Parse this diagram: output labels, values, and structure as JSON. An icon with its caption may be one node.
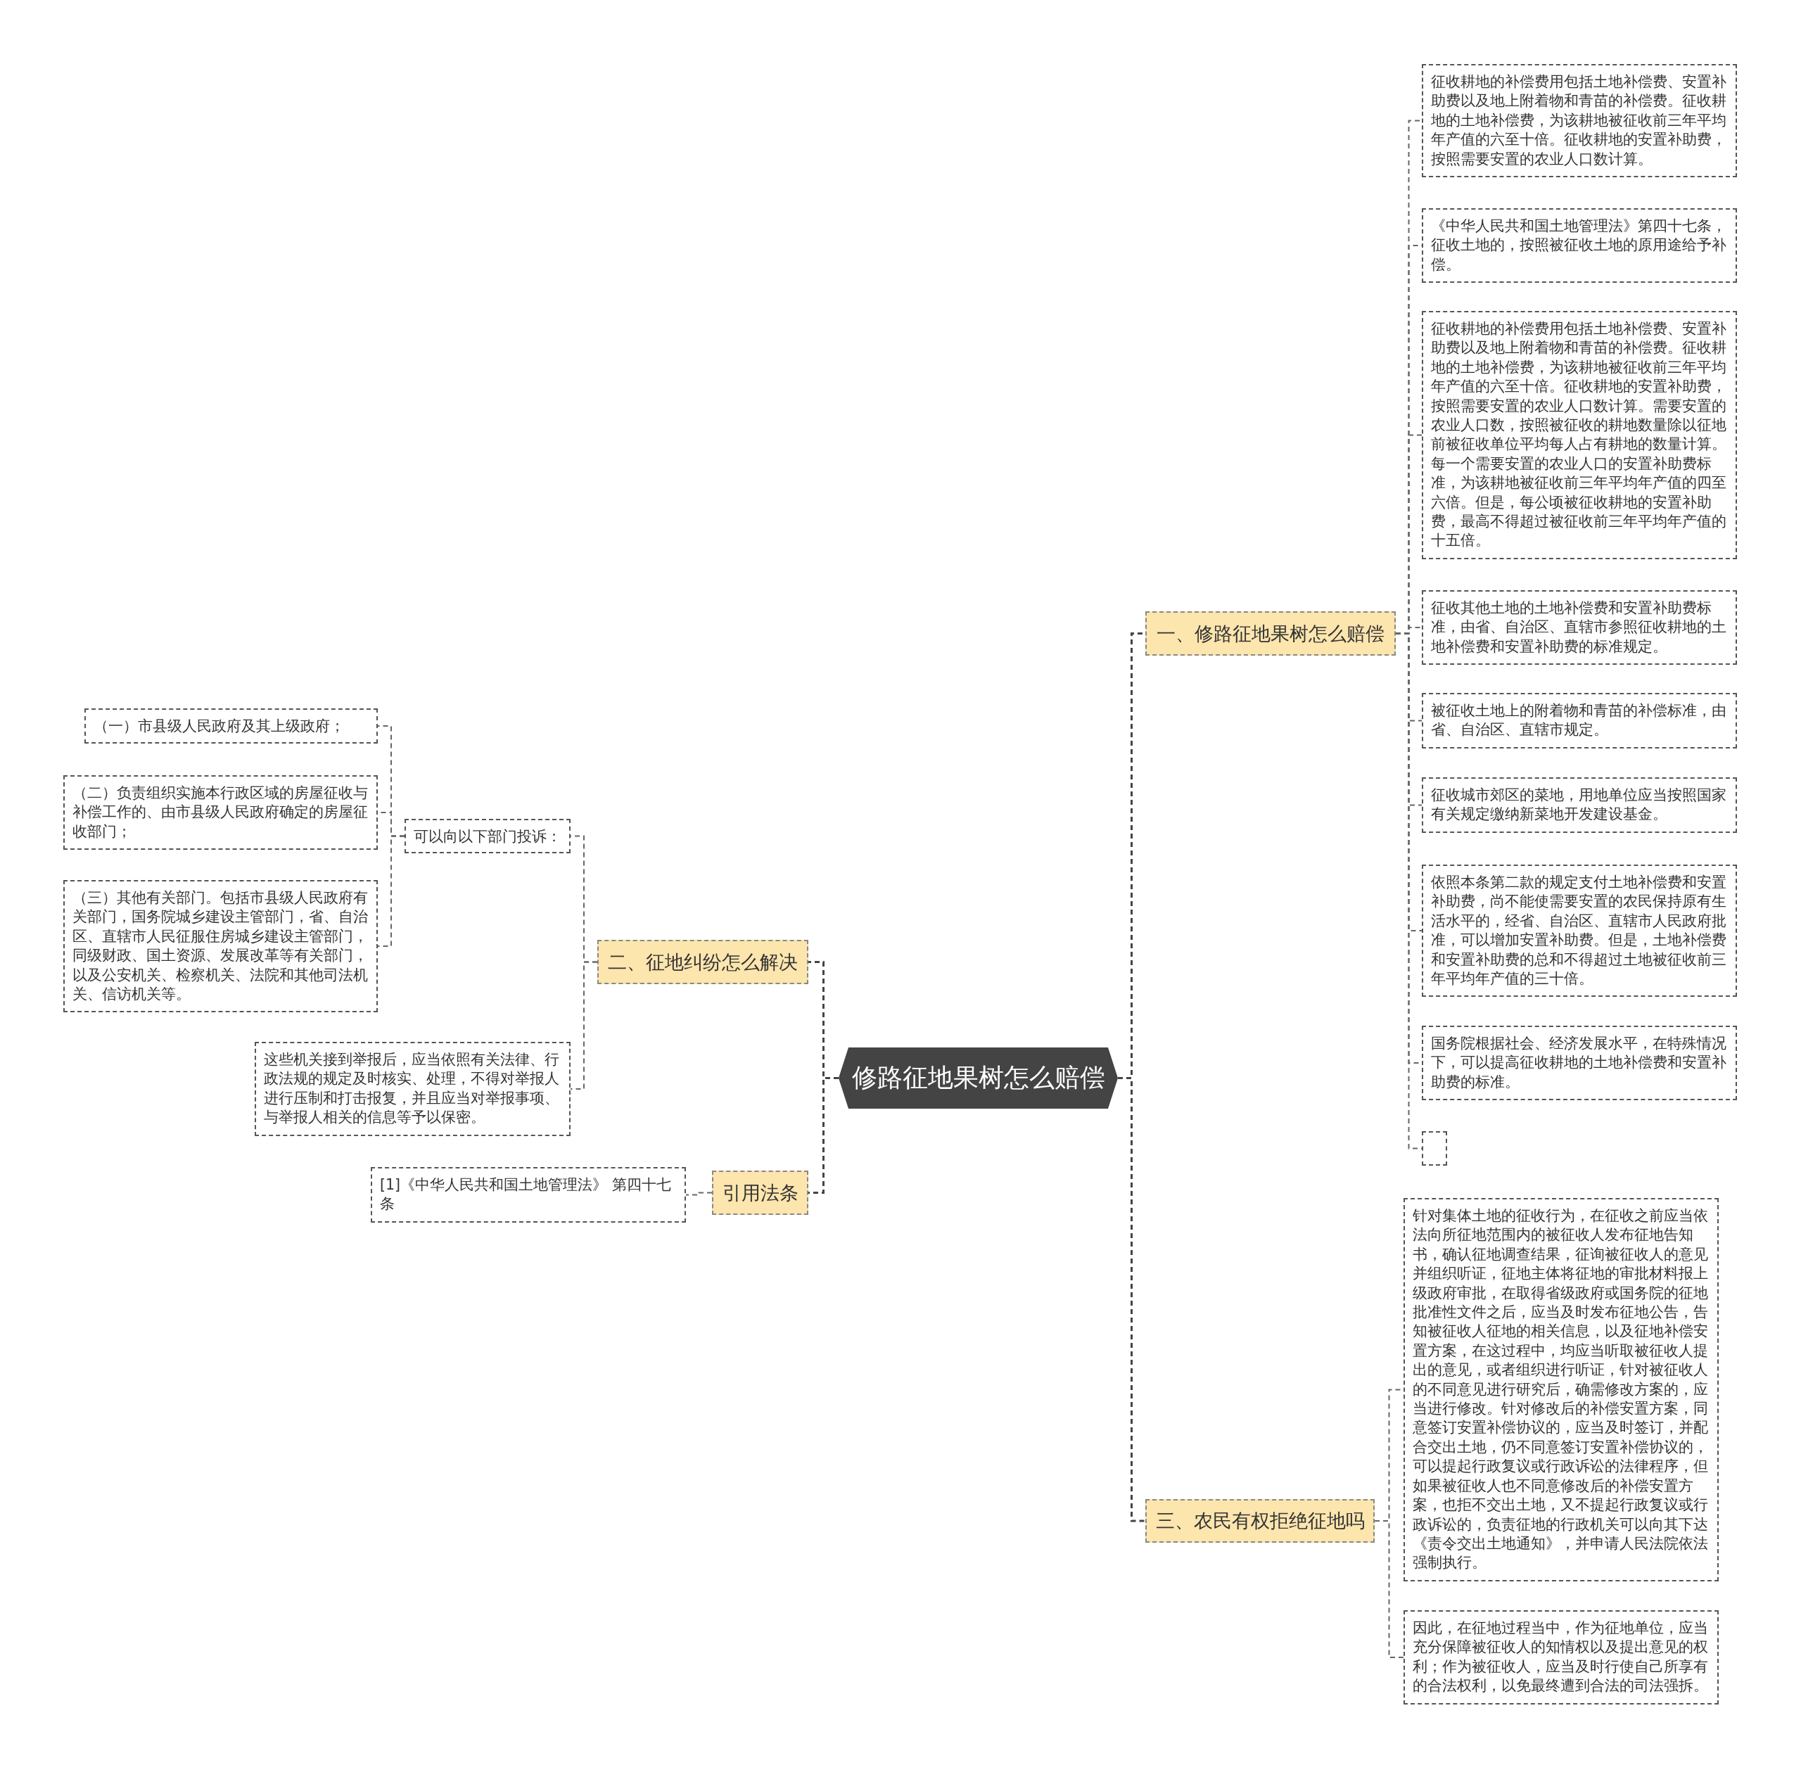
{
  "diagram": {
    "nodes": [
      {
        "text": [
          "修路征地果树怎么赔偿"
        ]
      },
      {
        "text": [
          "一、修路征地果树怎么赔偿"
        ]
      },
      {
        "text": [
          "征收耕地的补偿费用包括土地补偿费、安置补助费以及地上附着物和青苗的补偿费。征收耕地的土地补偿费，为该耕地被征收前三年平均年产值的六至十倍。征收耕地的安置补助费，按照需要安置的农业人口数计算。"
        ]
      },
      {
        "text": [
          "《中华人民共和国土地管理法》第四十七条，征收土地的，按照被征收土地的原用途给予补偿。"
        ]
      },
      {
        "text": [
          "征收耕地的补偿费用包括土地补偿费、安置补助费以及地上附着物和青苗的补偿费。征收耕地的土地补偿费，为该耕地被征收前三年平均年产值的六至十倍。征收耕地的安置补助费，按照需要安置的农业人口数计算。需要安置的农业人口数，按照被征收的耕地数量除以征地前被征收单位平均每人占有耕地的数量计算。每一个需要安置的农业人口的安置补助费标准，为该耕地被征收前三年平均年产值的四至六倍。但是，每公顷被征收耕地的安置补助费，最高不得超过被征收前三年平均年产值的十五倍。"
        ]
      },
      {
        "text": [
          "征收其他土地的土地补偿费和安置补助费标准，由省、自治区、直辖市参照征收耕地的土地补偿费和安置补助费的标准规定。"
        ]
      },
      {
        "text": [
          "被征收土地上的附着物和青苗的补偿标准，由省、自治区、直辖市规定。"
        ]
      },
      {
        "text": [
          "征收城市郊区的菜地，用地单位应当按照国家有关规定缴纳新菜地开发建设基金。"
        ]
      },
      {
        "text": [
          "依照本条第二款的规定支付土地补偿费和安置补助费，尚不能使需要安置的农民保持原有生活水平的，经省、自治区、直辖市人民政府批准，可以增加安置补助费。但是，土地补偿费和安置补助费的总和不得超过土地被征收前三年平均年产值的三十倍。"
        ]
      },
      {
        "text": [
          "国务院根据社会、经济发展水平，在特殊情况下，可以提高征收耕地的土地补偿费和安置补助费的标准。"
        ]
      },
      {
        "text": [],
        "shape": "box"
      },
      {
        "text": [
          "二、征地纠纷怎么解决"
        ]
      },
      {
        "text": [
          "可以向以下部门投诉："
        ]
      },
      {
        "text": [
          "（一）市县级人民政府及其上级政府；"
        ]
      },
      {
        "text": [
          "（二）负责组织实施本行政区域的房屋征收与补偿工作的、由市县级人民政府确定的房屋征收部门；"
        ]
      },
      {
        "text": [
          "（三）其他有关部门。包括市县级人民政府有关部门，国务院城乡建设主管部门，省、自治区、直辖市人民征服住房城乡建设主管部门，同级财政、国土资源、发展改革等有关部门，以及公安机关、检察机关、法院和其他司法机关、信访机关等。"
        ]
      },
      {
        "text": [
          "这些机关接到举报后，应当依照有关法律、行政法规的规定及时核实、处理，不得对举报人进行压制和打击报复，并且应当对举报事项、与举报人相关的信息等予以保密。"
        ]
      },
      {
        "text": [
          "引用法条"
        ]
      },
      {
        "text": [
          "[1]《中华人民共和国土地管理法》 第四十七条"
        ]
      },
      {
        "text": [
          "三、农民有权拒绝征地吗"
        ]
      },
      {
        "text": [
          "针对集体土地的征收行为，在征收之前应当依法向所征地范围内的被征收人发布征地告知书，确认征地调查结果，征询被征收人的意见并组织听证，征地主体将征地的审批材料报上级政府审批，在取得省级政府或国务院的征地批准性文件之后，应当及时发布征地公告，告知被征收人征地的相关信息，以及征地补偿安置方案，在这过程中，均应当听取被征收人提出的意见，或者组织进行听证，针对被征收人的不同意见进行研究后，确需修改方案的，应当进行修改。针对修改后的补偿安置方案，同意签订安置补偿协议的，应当及时签订，并配合交出土地，仍不同意签订安置补偿协议的，可以提起行政复议或行政诉讼的法律程序，但如果被征收人也不同意修改后的补偿安置方案，也拒不交出土地，又不提起行政复议或行政诉讼的，负责征地的行政机关可以向其下达《责令交出土地通知》，并申请人民法院依法强制执行。"
        ]
      },
      {
        "text": [
          "因此，在征地过程当中，作为征地单位，应当充分保障被征收人的知情权以及提出意见的权利；作为被征收人，应当及时行使自己所享有的合法权利，以免最终遭到合法的司法强拆。"
        ]
      }
    ],
    "edges": [
      {
        "from": 0,
        "to": 1,
        "arrow": "none"
      },
      {
        "from": 1,
        "to": 2,
        "arrow": "none"
      },
      {
        "from": 1,
        "to": 3,
        "arrow": "none"
      },
      {
        "from": 1,
        "to": 4,
        "arrow": "none"
      },
      {
        "from": 1,
        "to": 5,
        "arrow": "none"
      },
      {
        "from": 1,
        "to": 6,
        "arrow": "none"
      },
      {
        "from": 1,
        "to": 7,
        "arrow": "none"
      },
      {
        "from": 1,
        "to": 8,
        "arrow": "none"
      },
      {
        "from": 1,
        "to": 9,
        "arrow": "none"
      },
      {
        "from": 1,
        "to": 10,
        "arrow": "none"
      },
      {
        "from": 0,
        "to": 11,
        "arrow": "none"
      },
      {
        "from": 11,
        "to": 12,
        "arrow": "none"
      },
      {
        "from": 12,
        "to": 13,
        "arrow": "none"
      },
      {
        "from": 12,
        "to": 14,
        "arrow": "none"
      },
      {
        "from": 12,
        "to": 15,
        "arrow": "none"
      },
      {
        "from": 11,
        "to": 16,
        "arrow": "none"
      },
      {
        "from": 0,
        "to": 17,
        "arrow": "none"
      },
      {
        "from": 17,
        "to": 18,
        "arrow": "none"
      },
      {
        "from": 0,
        "to": 19,
        "arrow": "none"
      },
      {
        "from": 19,
        "to": 20,
        "arrow": "none"
      },
      {
        "from": 19,
        "to": 21,
        "arrow": "none"
      }
    ]
  }
}
